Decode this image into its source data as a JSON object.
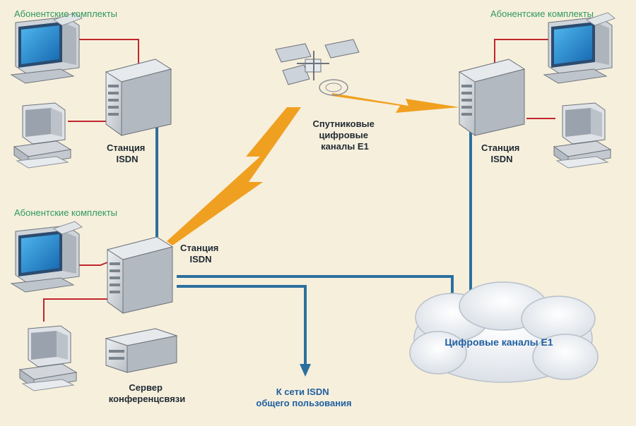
{
  "labels": {
    "subscriber_top_left": "Абонентские комплекты",
    "subscriber_top_right": "Абонентские комплекты",
    "subscriber_mid_left": "Абонентские комплекты",
    "station_top_left": [
      "Станция",
      "ISDN"
    ],
    "station_right": [
      "Станция",
      "ISDN"
    ],
    "station_center": [
      "Станция",
      "ISDN"
    ],
    "satellite": [
      "Спутниковые",
      "цифровые",
      "каналы Е1"
    ],
    "server": [
      "Сервер",
      "конференцсвязи"
    ],
    "isdn_network": [
      "К сети ISDN",
      "общего пользования"
    ],
    "cloud": "Цифровые каналы Е1"
  },
  "colors": {
    "background": "#f6efdc",
    "link_blue": "#2c6f9e",
    "subscriber_line_red": "#c0262d",
    "lightning_orange": "#f0a020",
    "green_text": "#2e9a5a"
  },
  "icons": [
    "desktop-computer-icon",
    "workstation-icon",
    "isdn-station-icon",
    "conference-server-icon",
    "satellite-icon",
    "cloud-icon",
    "lightning-icon",
    "arrow-down-icon"
  ]
}
